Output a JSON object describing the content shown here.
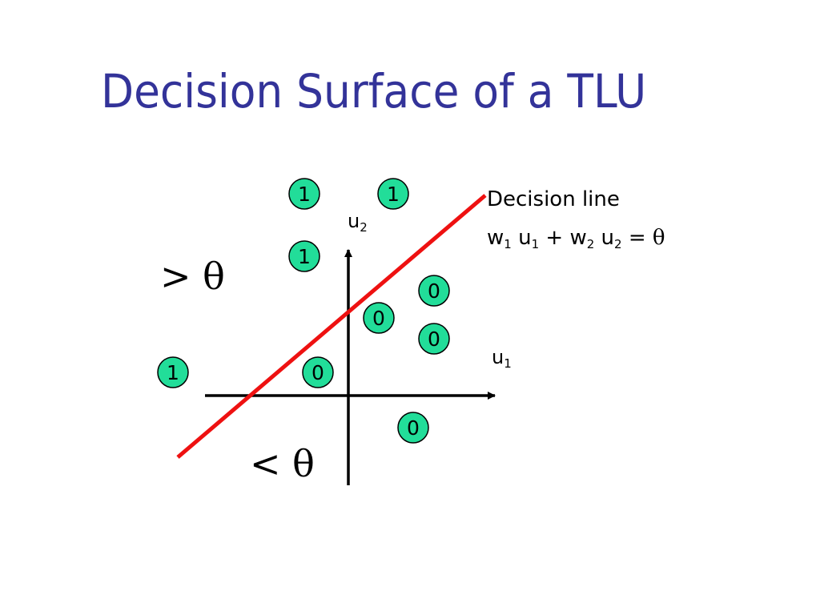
{
  "slide": {
    "title": "Decision Surface of a TLU"
  },
  "axes": {
    "x_label": "u",
    "x_subscript": "1",
    "y_label": "u",
    "y_subscript": "2"
  },
  "regions": {
    "above_symbol": ">",
    "below_symbol": "<",
    "theta": "θ"
  },
  "decision_line": {
    "title": "Decision line",
    "w1": "w",
    "w1_sub": "1",
    "u1": "u",
    "u1_sub": "1",
    "plus": "+",
    "w2": "w",
    "w2_sub": "2",
    "u2": "u",
    "u2_sub": "2",
    "equals": "=",
    "theta": "θ"
  },
  "points": [
    {
      "label": "1"
    },
    {
      "label": "1"
    },
    {
      "label": "1"
    },
    {
      "label": "1"
    },
    {
      "label": "0"
    },
    {
      "label": "0"
    },
    {
      "label": "0"
    },
    {
      "label": "0"
    },
    {
      "label": "0"
    }
  ],
  "colors": {
    "title": "#333399",
    "decision_line": "#ee1111",
    "point_fill": "#22dd99",
    "axis": "#000000"
  }
}
